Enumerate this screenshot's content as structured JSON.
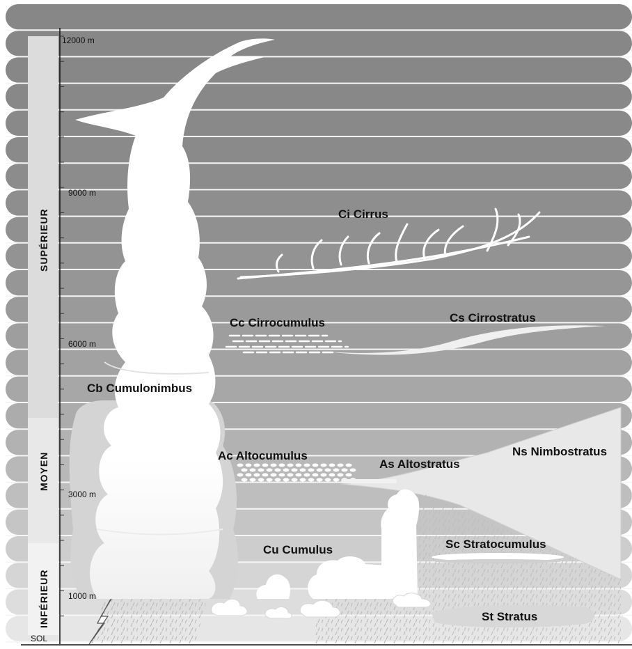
{
  "altitudes": {
    "alt_12000": "12000 m",
    "alt_9000": "9000 m",
    "alt_6000": "6000 m",
    "alt_3000": "3000 m",
    "alt_1000": "1000 m",
    "ground": "SOL"
  },
  "layers": {
    "upper": "SUPÉRIEUR",
    "middle": "MOYEN",
    "lower": "INFÉRIEUR"
  },
  "clouds": {
    "cirrus": "Ci Cirrus",
    "cirrocumulus": "Cc Cirrocumulus",
    "cirrostratus": "Cs Cirrostratus",
    "cumulonimbus": "Cb Cumulonimbus",
    "altocumulus": "Ac Altocumulus",
    "altostratus": "As Altostratus",
    "nimbostratus": "Ns Nimbostratus",
    "cumulus": "Cu Cumulus",
    "stratocumulus": "Sc Stratocumulus",
    "stratus": "St Stratus"
  },
  "colors": {
    "sky_top": "#8c8c8c",
    "sky_bottom": "#e6e6e6",
    "cloud": "#ffffff"
  }
}
